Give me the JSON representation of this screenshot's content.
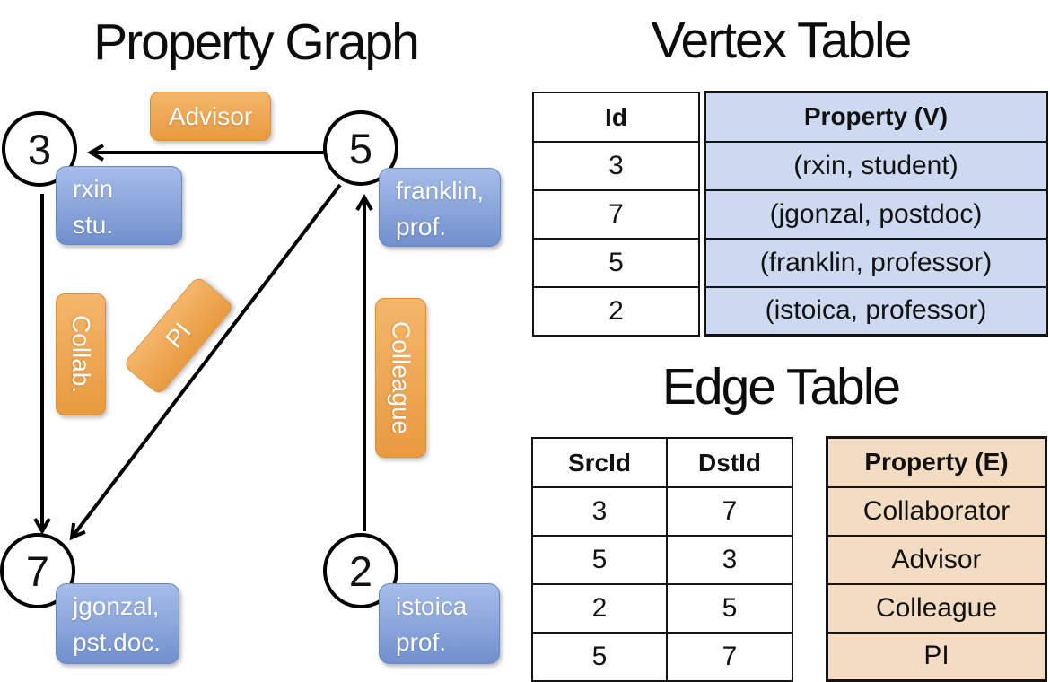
{
  "titles": {
    "graph": "Property Graph",
    "vertex": "Vertex Table",
    "edge": "Edge Table"
  },
  "graph": {
    "nodes": [
      {
        "id": "3",
        "line1": "rxin",
        "line2": "stu."
      },
      {
        "id": "5",
        "line1": "franklin,",
        "line2": "prof."
      },
      {
        "id": "7",
        "line1": "jgonzal,",
        "line2": "pst.doc."
      },
      {
        "id": "2",
        "line1": "istoica",
        "line2": "prof."
      }
    ],
    "edge_labels": [
      {
        "label": "Advisor"
      },
      {
        "label": "Collab."
      },
      {
        "label": "PI"
      },
      {
        "label": "Colleague"
      }
    ]
  },
  "vertex_table": {
    "headers": {
      "id": "Id",
      "property": "Property (V)"
    },
    "rows": [
      {
        "id": "3",
        "property": "(rxin, student)"
      },
      {
        "id": "7",
        "property": "(jgonzal, postdoc)"
      },
      {
        "id": "5",
        "property": "(franklin, professor)"
      },
      {
        "id": "2",
        "property": "(istoica, professor)"
      }
    ]
  },
  "edge_table": {
    "headers": {
      "src": "SrcId",
      "dst": "DstId",
      "property": "Property (E)"
    },
    "rows": [
      {
        "src": "3",
        "dst": "7",
        "property": "Collaborator"
      },
      {
        "src": "5",
        "dst": "3",
        "property": "Advisor"
      },
      {
        "src": "2",
        "dst": "5",
        "property": "Colleague"
      },
      {
        "src": "5",
        "dst": "7",
        "property": "PI"
      }
    ]
  },
  "colors": {
    "edge_label_orange": "#EFA552",
    "vertex_label_blue": "#8CA7DC",
    "vertex_cell_bg": "#CDD9F0",
    "edge_cell_bg": "#F3DCC1",
    "line_black": "#000000"
  }
}
